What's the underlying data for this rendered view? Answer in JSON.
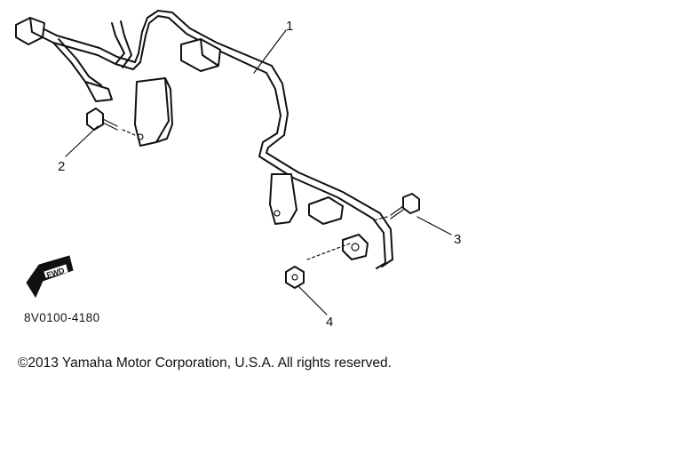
{
  "callouts": {
    "part1": "1",
    "part2": "2",
    "part3": "3",
    "part4": "4"
  },
  "direction_badge": "FWD",
  "drawing_code": "8V0100-4180",
  "copyright": "©2013 Yamaha Motor Corporation, U.S.A. All rights reserved."
}
